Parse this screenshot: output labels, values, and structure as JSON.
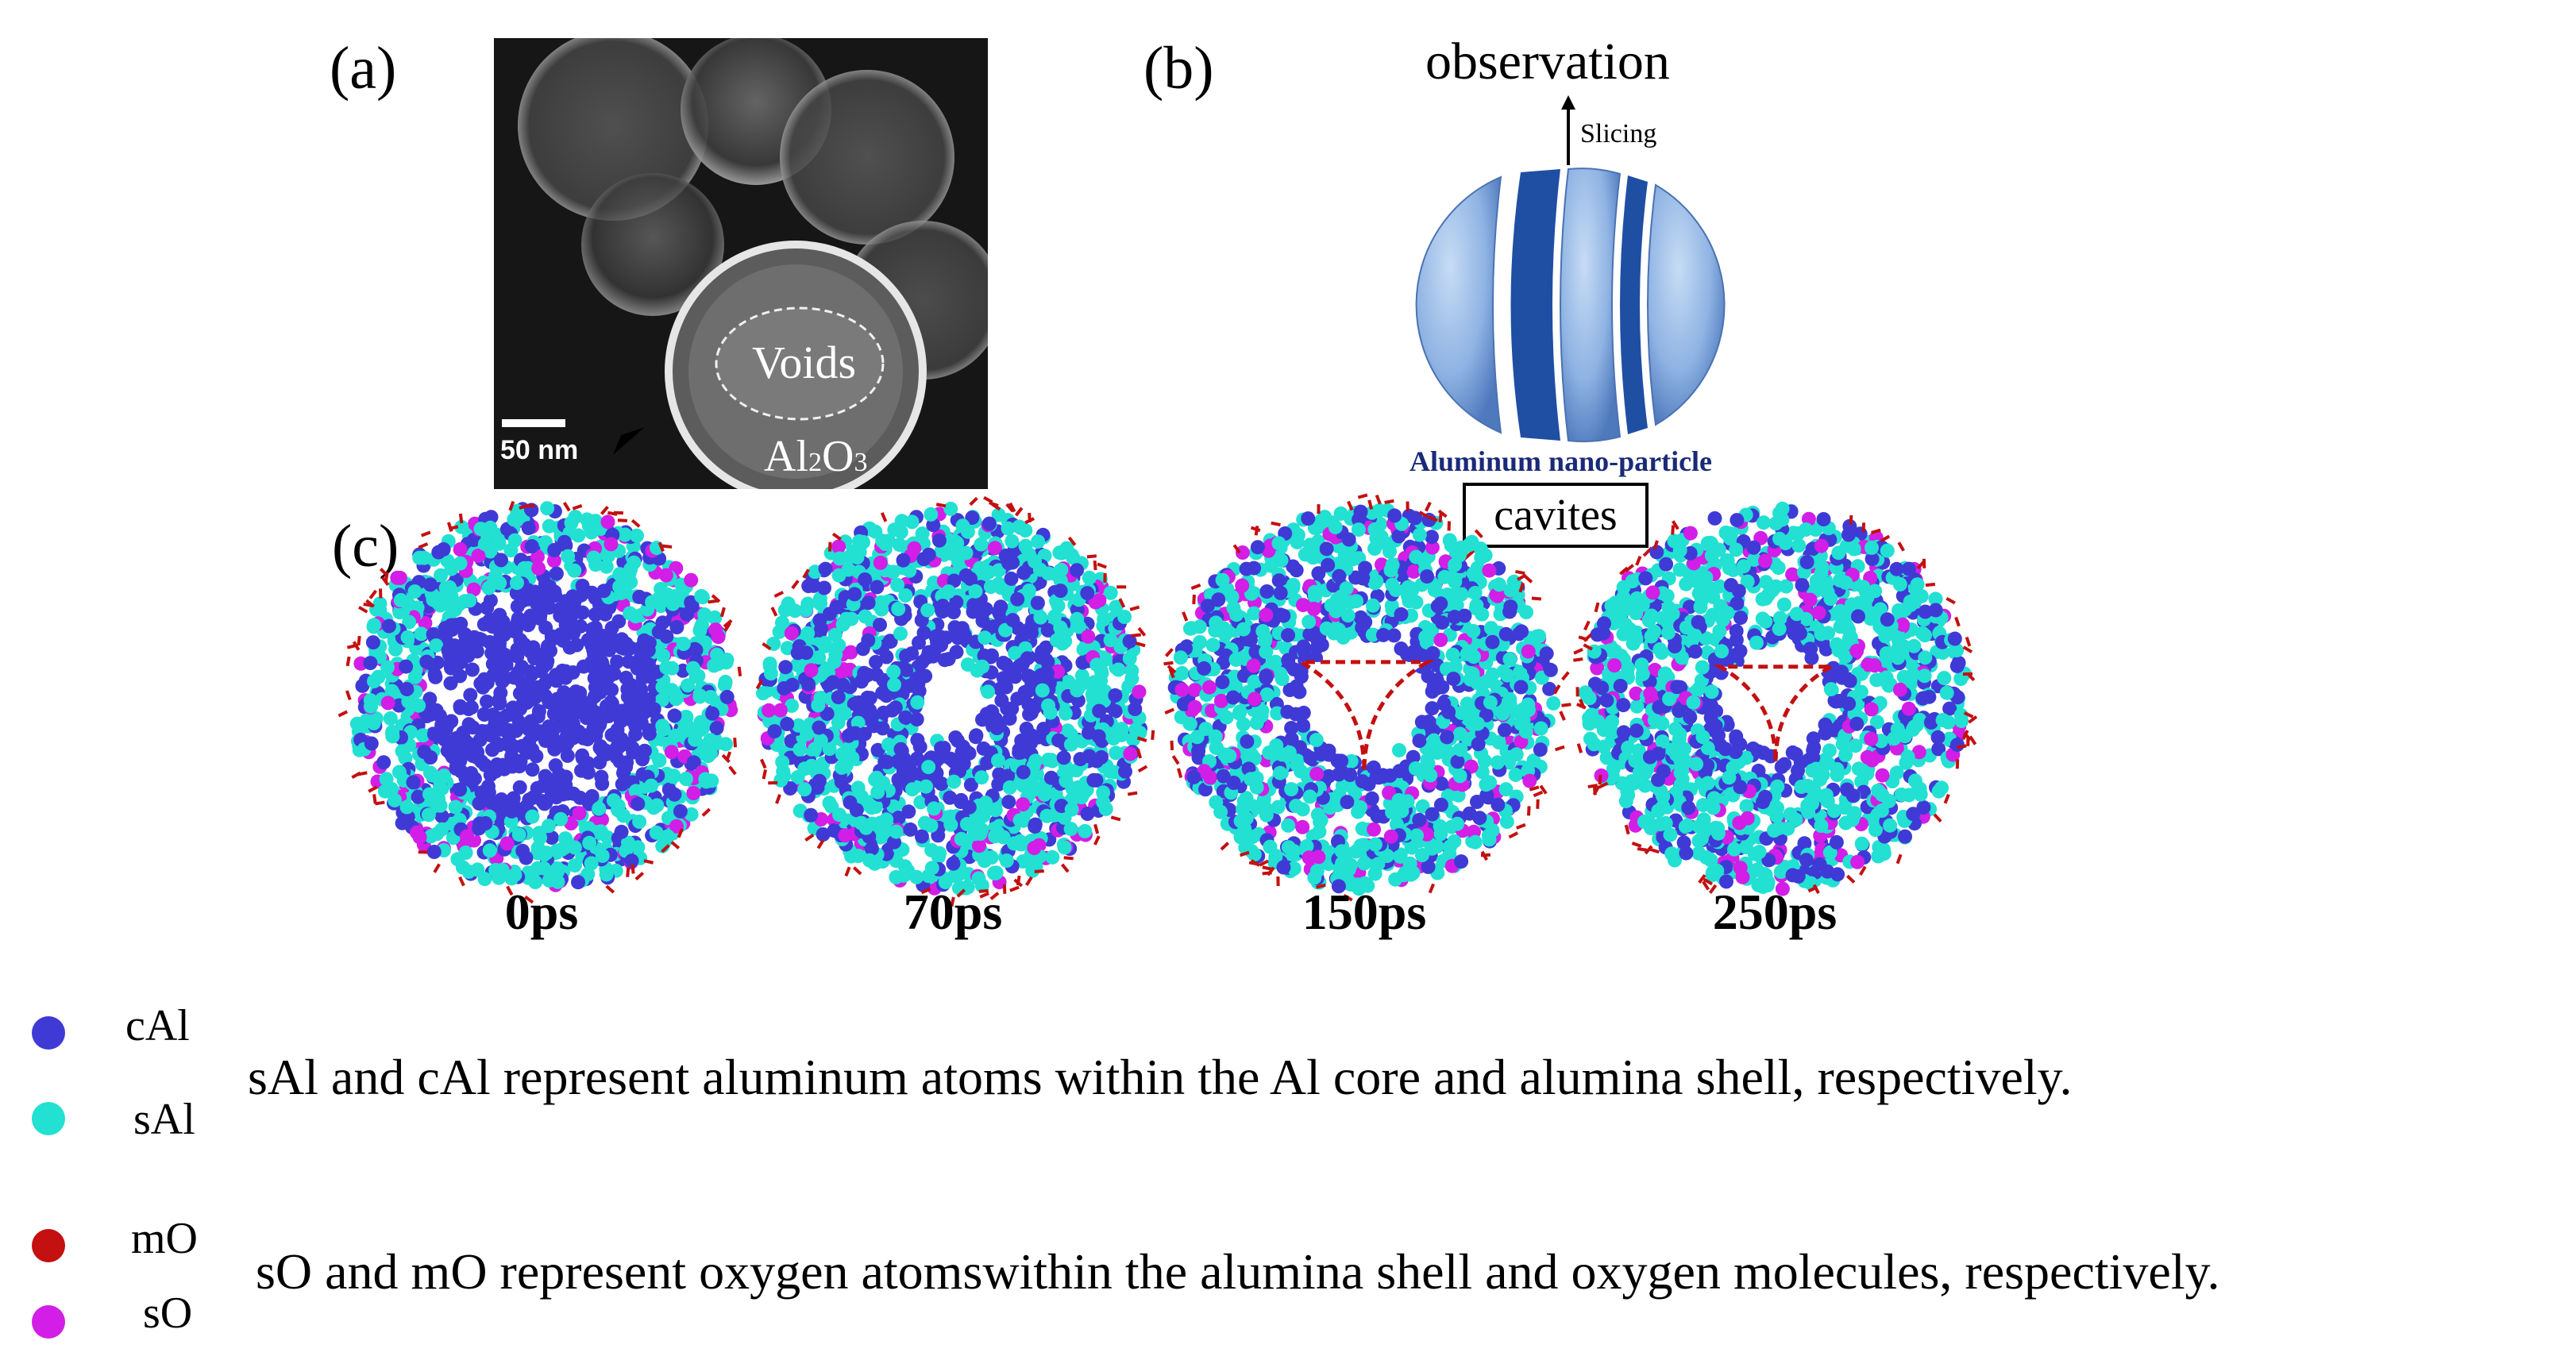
{
  "panels": {
    "a": {
      "label": "(a)",
      "voids_label": "Voids",
      "shell_label": "Al",
      "shell_sub": "2",
      "shell_label2": "O",
      "shell_sub2": "3",
      "scalebar_label": "50 nm"
    },
    "b": {
      "label": "(b)",
      "observation": "observation",
      "slicing": "Slicing",
      "caption": "Aluminum nano-particle",
      "cavities_box": "cavites"
    },
    "c": {
      "label": "(c)",
      "times": [
        "0ps",
        "70ps",
        "150ps",
        "250ps"
      ]
    }
  },
  "legend": {
    "items": [
      {
        "key": "cAl",
        "color": "#3f3ad6"
      },
      {
        "key": "sAl",
        "color": "#22e0d2"
      },
      {
        "key": "mO",
        "color": "#c41010"
      },
      {
        "key": "sO",
        "color": "#d21ee6"
      }
    ],
    "al_description": "sAl and cAl represent aluminum atoms within the Al core and alumina shell, respectively.",
    "o_description": "sO and mO represent oxygen atomswithin the alumina shell and oxygen molecules, respectively."
  }
}
